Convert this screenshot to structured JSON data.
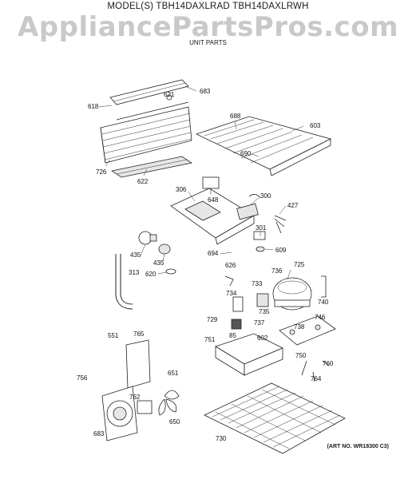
{
  "header": {
    "model_line": "MODEL(S) TBH14DAXLRAD  TBH14DAXLRWH",
    "watermark": "AppliancePartsPros.com",
    "section": "UNIT PARTS"
  },
  "art_number": "(ART NO. WR18300 C3)",
  "parts": [
    "683",
    "621",
    "618",
    "688",
    "603",
    "690",
    "726",
    "622",
    "306",
    "648",
    "300",
    "427",
    "301",
    "609",
    "694",
    "435",
    "435",
    "620",
    "313",
    "626",
    "736",
    "725",
    "733",
    "734",
    "735",
    "740",
    "729",
    "737",
    "746",
    "738",
    "85",
    "602",
    "751",
    "750",
    "760",
    "764",
    "551",
    "765",
    "651",
    "756",
    "762",
    "650",
    "683",
    "730"
  ]
}
